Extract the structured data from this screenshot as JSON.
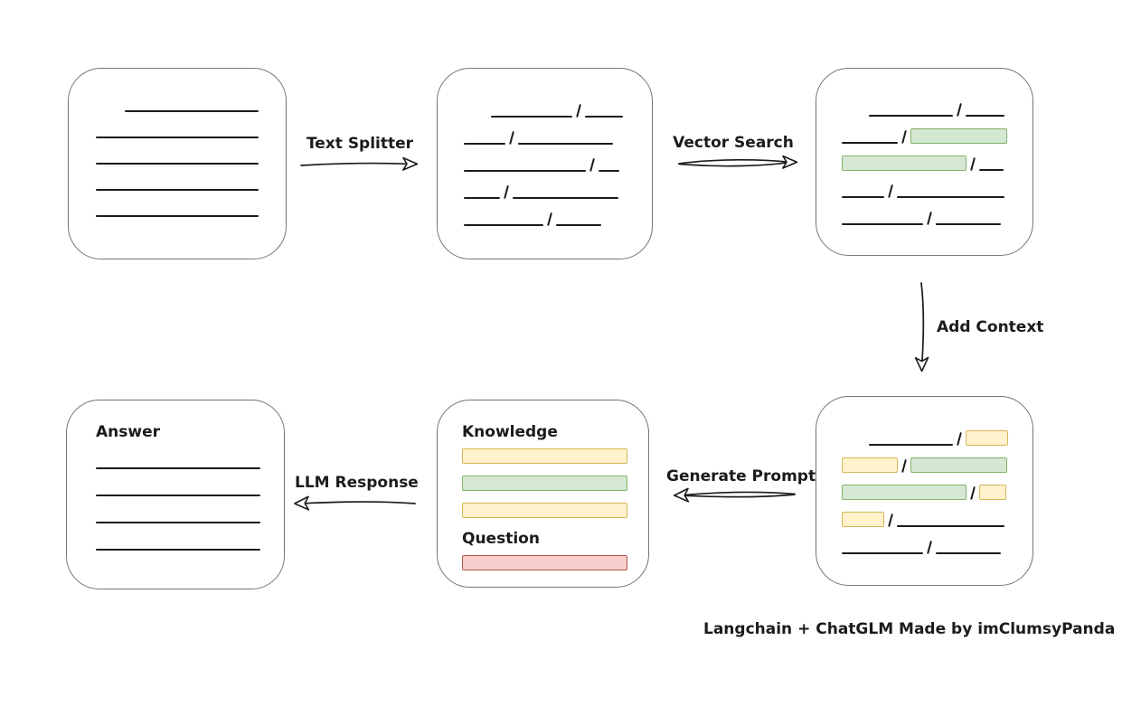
{
  "caption": "Langchain + ChatGLM Made by imClumsyPanda",
  "arrows": {
    "text_splitter": {
      "label": "Text Splitter"
    },
    "vector_search": {
      "label": "Vector Search"
    },
    "add_context": {
      "label": "Add Context"
    },
    "generate_prompt": {
      "label": "Generate Prompt"
    },
    "llm_response": {
      "label": "LLM Response"
    }
  },
  "colors": {
    "ink": "#1b1b1b",
    "box_stroke": "#757575",
    "green_fill": "#d5e8d4",
    "green_stroke": "#82b366",
    "yellow_fill": "#fff2cc",
    "yellow_stroke": "#d6b656",
    "red_fill": "#f8cecc",
    "red_stroke": "#b85450"
  },
  "boxes": {
    "document": {
      "rows": [
        {
          "indent": 32,
          "segs": [
            {
              "t": "line",
              "w": 148
            }
          ]
        },
        {
          "segs": [
            {
              "t": "line",
              "w": 180
            }
          ]
        },
        {
          "segs": [
            {
              "t": "line",
              "w": 180
            }
          ]
        },
        {
          "segs": [
            {
              "t": "line",
              "w": 180
            }
          ]
        },
        {
          "segs": [
            {
              "t": "line",
              "w": 180
            }
          ]
        }
      ]
    },
    "split_text": {
      "rows": [
        {
          "indent": 30,
          "segs": [
            {
              "t": "line",
              "w": 90
            },
            {
              "t": "slash"
            },
            {
              "t": "line",
              "w": 42
            }
          ]
        },
        {
          "segs": [
            {
              "t": "line",
              "w": 46
            },
            {
              "t": "slash"
            },
            {
              "t": "line",
              "w": 105
            }
          ]
        },
        {
          "segs": [
            {
              "t": "line",
              "w": 135
            },
            {
              "t": "slash"
            },
            {
              "t": "line",
              "w": 23
            }
          ]
        },
        {
          "segs": [
            {
              "t": "line",
              "w": 40
            },
            {
              "t": "slash"
            },
            {
              "t": "line",
              "w": 117
            }
          ]
        },
        {
          "segs": [
            {
              "t": "line",
              "w": 88
            },
            {
              "t": "slash"
            },
            {
              "t": "line",
              "w": 50
            }
          ]
        }
      ]
    },
    "search_result": {
      "rows": [
        {
          "indent": 30,
          "segs": [
            {
              "t": "line",
              "w": 93
            },
            {
              "t": "slash"
            },
            {
              "t": "line",
              "w": 43
            }
          ]
        },
        {
          "segs": [
            {
              "t": "line",
              "w": 62
            },
            {
              "t": "slash"
            },
            {
              "t": "chip",
              "c": "green",
              "w": 107
            }
          ]
        },
        {
          "segs": [
            {
              "t": "chip",
              "c": "green",
              "w": 138
            },
            {
              "t": "slash"
            },
            {
              "t": "line",
              "w": 27
            }
          ]
        },
        {
          "segs": [
            {
              "t": "line",
              "w": 47
            },
            {
              "t": "slash"
            },
            {
              "t": "line",
              "w": 119
            }
          ]
        },
        {
          "segs": [
            {
              "t": "line",
              "w": 90
            },
            {
              "t": "slash"
            },
            {
              "t": "line",
              "w": 72
            }
          ]
        }
      ]
    },
    "context": {
      "rows": [
        {
          "indent": 30,
          "segs": [
            {
              "t": "line",
              "w": 93
            },
            {
              "t": "slash"
            },
            {
              "t": "chip",
              "c": "yellow",
              "w": 47
            }
          ]
        },
        {
          "segs": [
            {
              "t": "chip",
              "c": "yellow",
              "w": 62
            },
            {
              "t": "slash"
            },
            {
              "t": "chip",
              "c": "green",
              "w": 107
            }
          ]
        },
        {
          "segs": [
            {
              "t": "chip",
              "c": "green",
              "w": 138
            },
            {
              "t": "slash"
            },
            {
              "t": "chip",
              "c": "yellow",
              "w": 30
            }
          ]
        },
        {
          "segs": [
            {
              "t": "chip",
              "c": "yellow",
              "w": 47
            },
            {
              "t": "slash"
            },
            {
              "t": "line",
              "w": 119
            }
          ]
        },
        {
          "segs": [
            {
              "t": "line",
              "w": 90
            },
            {
              "t": "slash"
            },
            {
              "t": "line",
              "w": 72
            }
          ]
        }
      ]
    },
    "prompt": {
      "knowledge_label": "Knowledge",
      "question_label": "Question",
      "knowledge_rows": [
        {
          "segs": [
            {
              "t": "chip",
              "c": "yellow",
              "w": 183
            }
          ]
        },
        {
          "segs": [
            {
              "t": "chip",
              "c": "green",
              "w": 183
            }
          ]
        },
        {
          "segs": [
            {
              "t": "chip",
              "c": "yellow",
              "w": 183
            }
          ]
        }
      ],
      "question_rows": [
        {
          "segs": [
            {
              "t": "chip",
              "c": "red",
              "w": 183
            }
          ]
        }
      ]
    },
    "answer": {
      "label": "Answer",
      "rows": [
        {
          "segs": [
            {
              "t": "line",
              "w": 182
            }
          ]
        },
        {
          "segs": [
            {
              "t": "line",
              "w": 182
            }
          ]
        },
        {
          "segs": [
            {
              "t": "line",
              "w": 182
            }
          ]
        },
        {
          "segs": [
            {
              "t": "line",
              "w": 182
            }
          ]
        }
      ]
    }
  }
}
